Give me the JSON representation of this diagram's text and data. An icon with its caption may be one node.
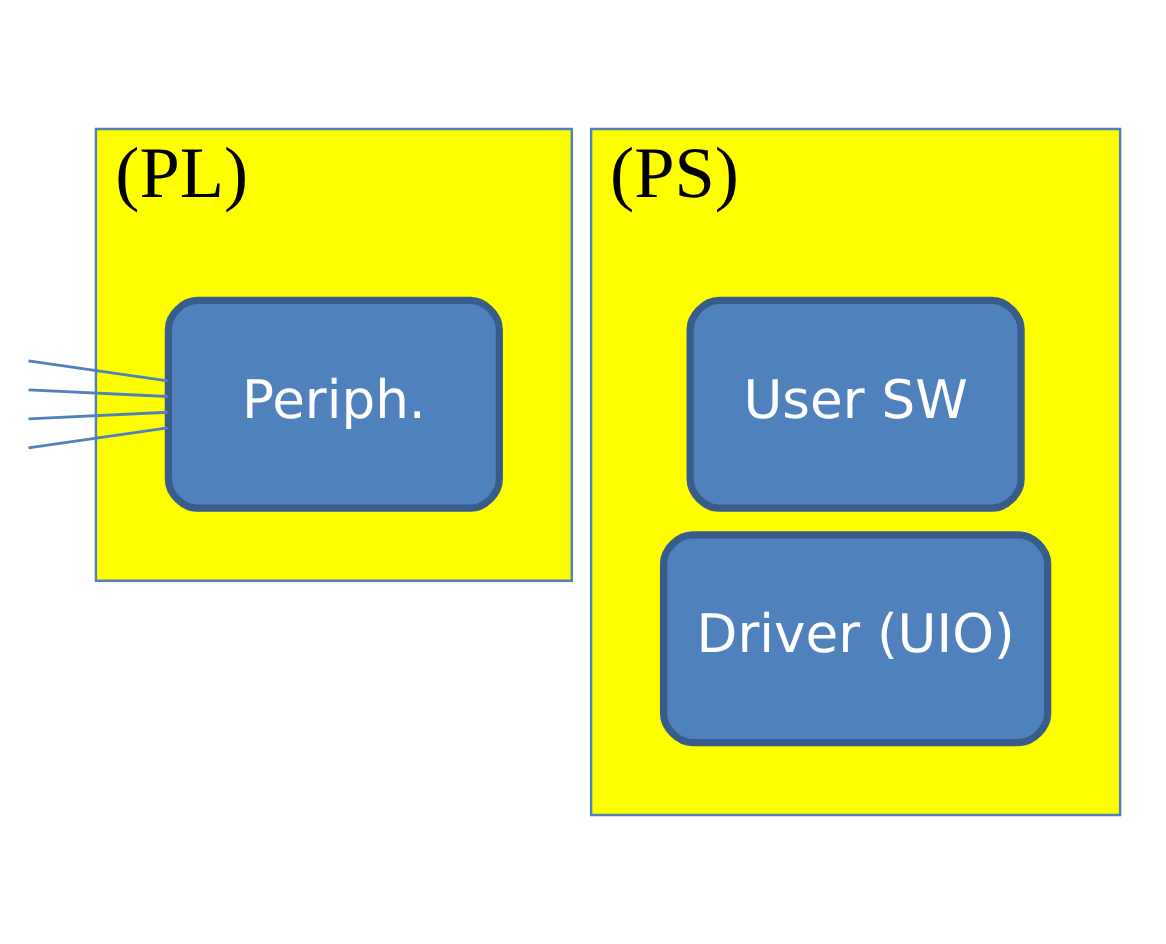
{
  "diagram": {
    "nodes": [
      {
        "text": [
          "(PL)"
        ]
      },
      {
        "text": [
          "(PS)"
        ]
      },
      {
        "text": [
          "Periph."
        ],
        "in": 0
      },
      {
        "text": [
          "User SW"
        ],
        "in": 1
      },
      {
        "text": [
          "Driver (UIO)"
        ],
        "in": 1
      }
    ],
    "edges": [
      {
        "from": null,
        "to": 2,
        "arrow": "none"
      },
      {
        "from": null,
        "to": 2,
        "arrow": "none"
      },
      {
        "from": null,
        "to": 2,
        "arrow": "none"
      },
      {
        "from": null,
        "to": 2,
        "arrow": "none"
      }
    ]
  }
}
